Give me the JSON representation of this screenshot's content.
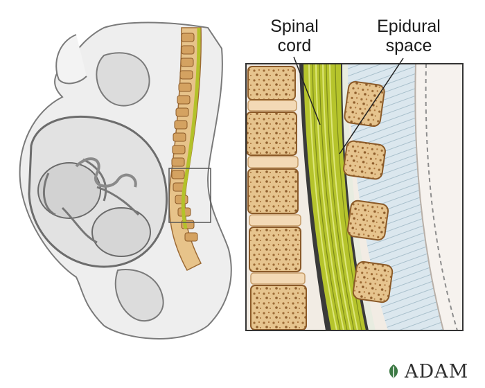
{
  "labels": {
    "spinal_cord": [
      "Spinal",
      "cord"
    ],
    "epidural_space": [
      "Epidural",
      "space"
    ]
  },
  "logo": {
    "text": "ADAM",
    "mark_icon": "leaf-icon"
  },
  "colors": {
    "bone": "#d9b27a",
    "bone_dark": "#9c6a34",
    "nerve": "#a8b828",
    "nerve_light": "#d2dc5a",
    "skin": "#ededed",
    "outline": "#6c6c6c",
    "logo_green": "#3d7a45"
  }
}
